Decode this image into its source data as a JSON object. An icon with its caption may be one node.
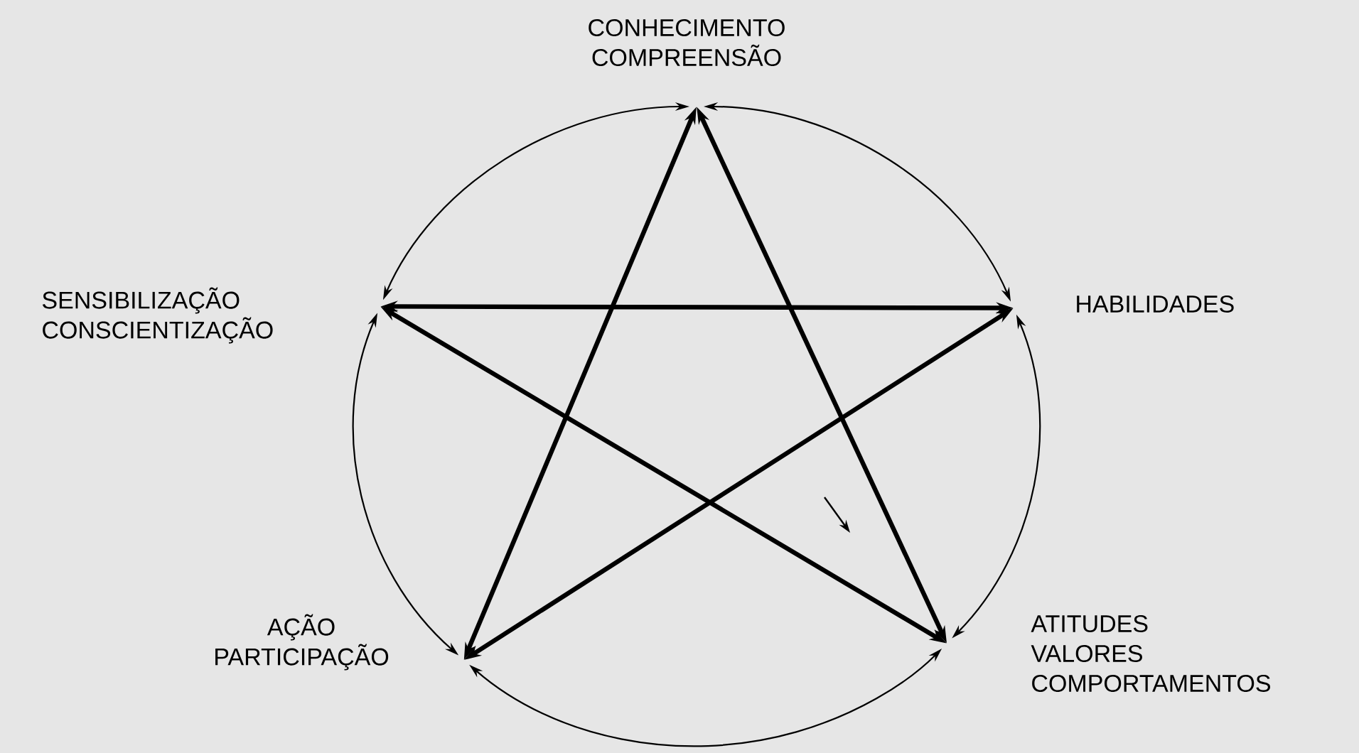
{
  "diagram": {
    "nodes": [
      {
        "text": [
          "CONHECIMENTO",
          "COMPREENSÃO"
        ]
      },
      {
        "text": [
          "SENSIBILIZAÇÃO",
          "CONSCIENTIZAÇÃO"
        ]
      },
      {
        "text": [
          "HABILIDADES"
        ]
      },
      {
        "text": [
          "AÇÃO",
          "PARTICIPAÇÃO"
        ]
      },
      {
        "text": [
          "ATITUDES",
          "VALORES",
          "COMPORTAMENTOS"
        ]
      }
    ],
    "edges": [
      {
        "from": 0,
        "to": 3,
        "arrow": "both",
        "style": "thick"
      },
      {
        "from": 0,
        "to": 4,
        "arrow": "both",
        "style": "thick"
      },
      {
        "from": 1,
        "to": 2,
        "arrow": "both",
        "style": "thick"
      },
      {
        "from": 3,
        "to": 2,
        "arrow": "both",
        "style": "thick"
      },
      {
        "from": 1,
        "to": 4,
        "arrow": "both",
        "style": "thick"
      },
      {
        "from": 0,
        "to": 1,
        "arrow": "both"
      },
      {
        "from": 0,
        "to": 2,
        "arrow": "both"
      },
      {
        "from": 1,
        "to": 3,
        "arrow": "both"
      },
      {
        "from": 2,
        "to": 4,
        "arrow": "both"
      },
      {
        "from": 3,
        "to": 4,
        "arrow": "both"
      }
    ]
  }
}
